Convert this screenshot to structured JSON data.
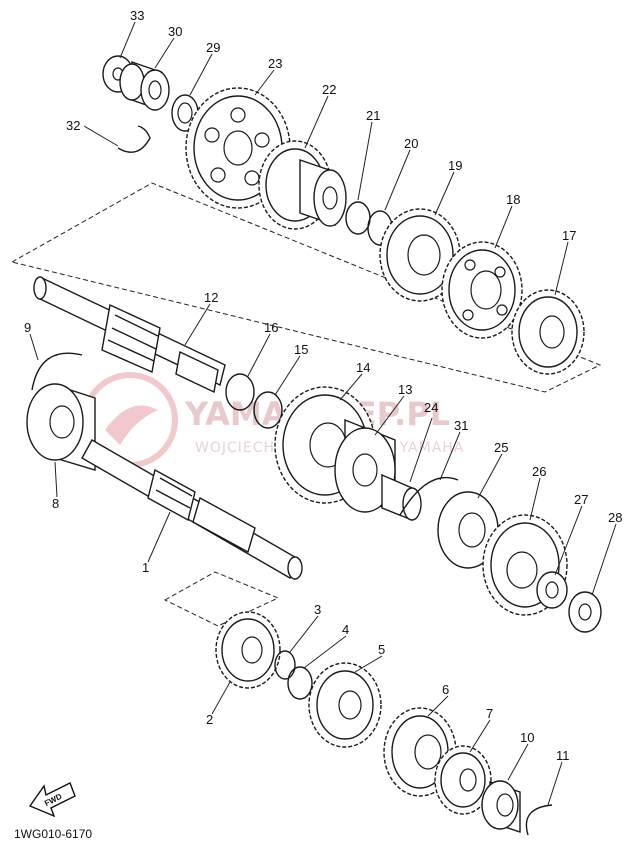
{
  "diagram": {
    "part_number": "1WG010-6170",
    "direction_label": "FWD",
    "watermark": {
      "main": "YAMASKLEP.PL",
      "sub": "WOJCIECHOWSKI DEALER YAMAHA"
    },
    "callouts": [
      "33",
      "30",
      "29",
      "23",
      "22",
      "21",
      "20",
      "19",
      "18",
      "17",
      "32",
      "12",
      "9",
      "16",
      "15",
      "14",
      "13",
      "24",
      "31",
      "25",
      "26",
      "27",
      "28",
      "8",
      "1",
      "3",
      "4",
      "5",
      "2",
      "6",
      "7",
      "10",
      "11"
    ]
  }
}
